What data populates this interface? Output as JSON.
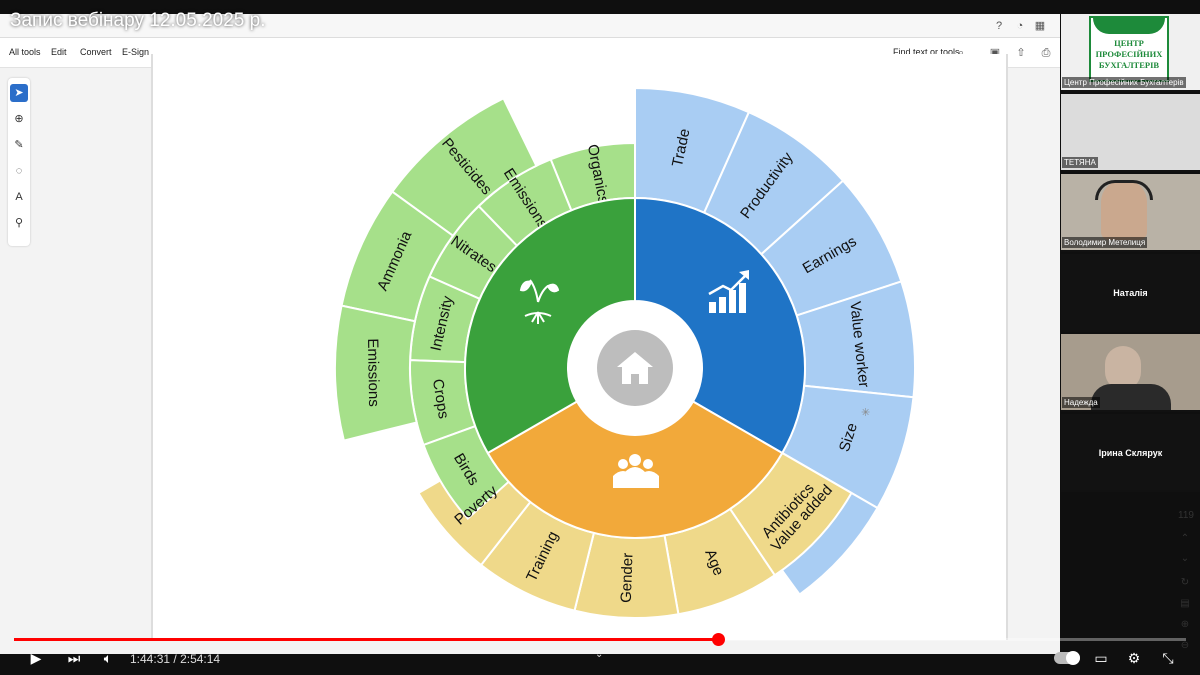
{
  "video": {
    "title": "Запис вебінару 12.05.2025 р.",
    "time_current": "1:44:31",
    "time_total": "2:54:14",
    "progress_percent": 60.1
  },
  "viewer": {
    "menu": [
      "All tools",
      "Edit",
      "Convert",
      "E-Sign"
    ],
    "find_label": "Find text or tools",
    "page_number": "119"
  },
  "sunburst": {
    "green": {
      "inner_icon": "sprout-icon",
      "segments": [
        "Organics",
        "Emissions€",
        "Nitrates",
        "Pesticides",
        "Intensity",
        "Ammonia",
        "Crops",
        "Emissions",
        "Birds"
      ]
    },
    "blue": {
      "inner_icon": "growth-chart-icon",
      "segments": [
        "Trade",
        "Productivity",
        "Earnings",
        "Value worker",
        "Size",
        "Value added"
      ]
    },
    "orange": {
      "inner_icon": "people-icon",
      "segments": [
        "Antibiotics",
        "Age",
        "Gender",
        "Training",
        "Poverty"
      ]
    },
    "center_icon": "home-icon",
    "colors": {
      "green_outer": "#a6e08a",
      "green_inner": "#3aa13c",
      "blue_outer": "#a9cdf3",
      "blue_inner": "#1f74c6",
      "orange_outer": "#efd98a",
      "orange_inner": "#f2a93a"
    }
  },
  "participants": {
    "logo_lines": [
      "ЦЕНТР",
      "ПРОФЕСІЙНИХ",
      "БУХГАЛТЕРІВ"
    ],
    "tiles": [
      {
        "name": "Центр Професійних Бухгалтерів"
      },
      {
        "name": "ТЕТЯНА"
      },
      {
        "name": "Володимир Метелиця"
      },
      {
        "name": "Наталія"
      },
      {
        "name": "Надежда"
      },
      {
        "name": "Ірина Склярук"
      }
    ]
  }
}
